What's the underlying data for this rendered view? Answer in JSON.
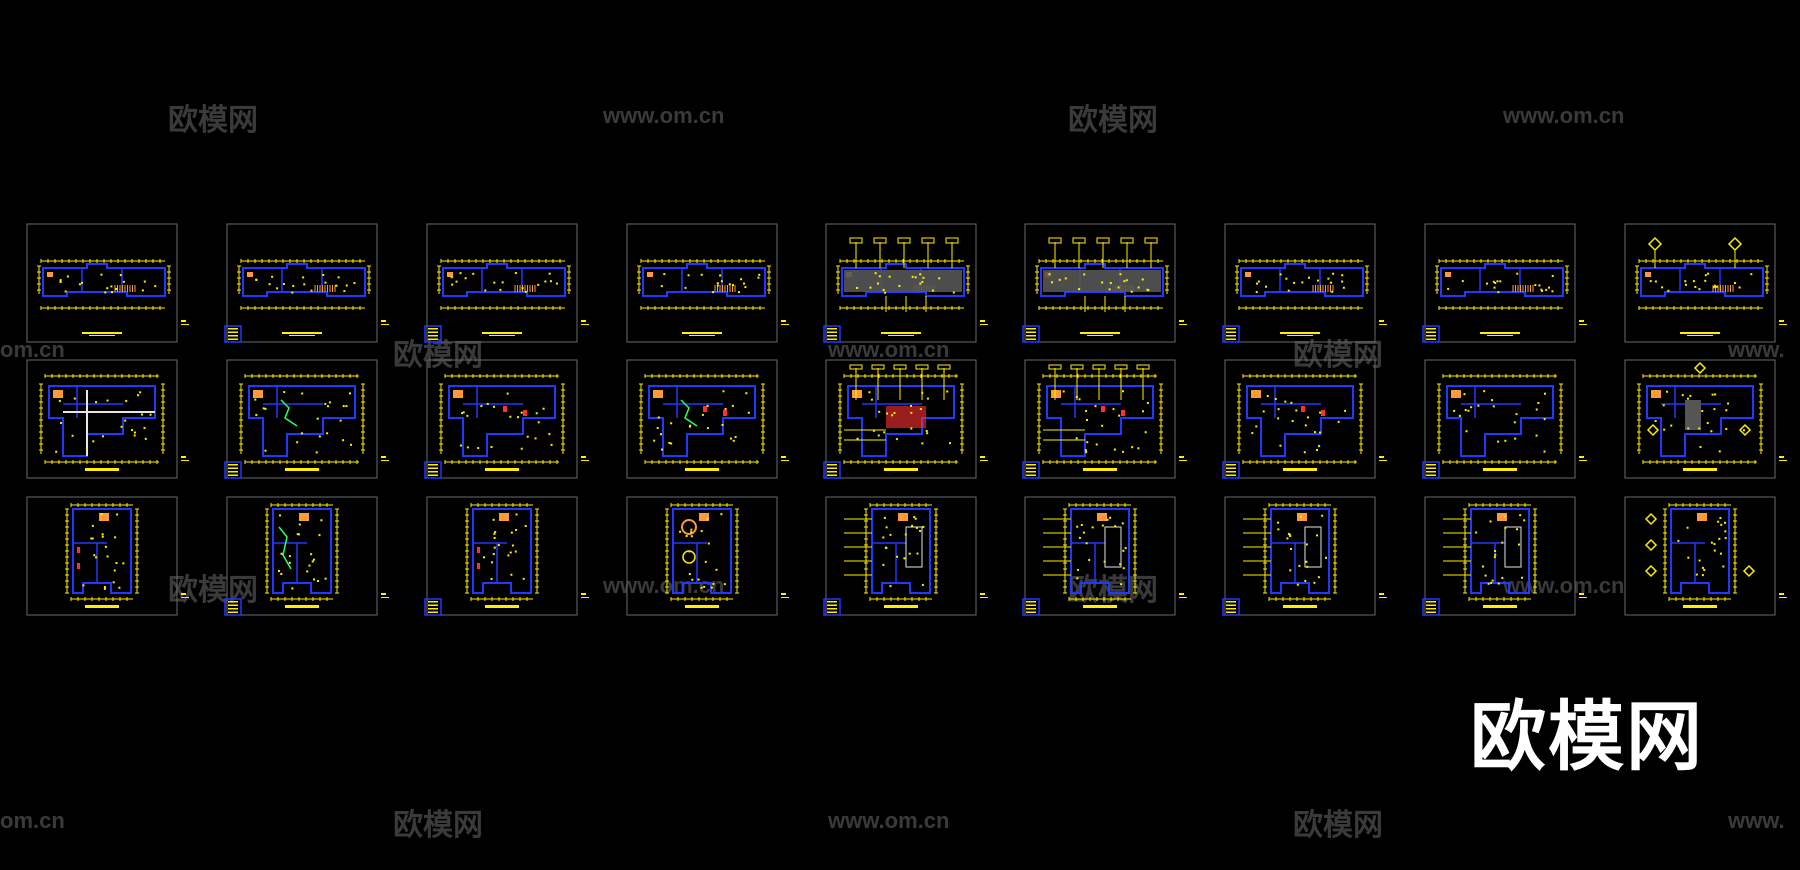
{
  "watermarks": {
    "brand": "欧模网",
    "url": "www.om.cn",
    "url_cut_left": "om.cn",
    "url_cut_right": "www."
  },
  "logo": "欧模网",
  "colors": {
    "background": "#000000",
    "frame": "#6a6a6a",
    "wall": "#2238ff",
    "dimension": "#ffee00",
    "accent_red": "#ff3030",
    "accent_green": "#30ff60",
    "accent_orange": "#ff9a3a",
    "accent_white": "#e6e6e6",
    "fill_gray": "#555555"
  },
  "sheets": {
    "rows": 3,
    "columns": 9,
    "row_types": [
      "strip",
      "block",
      "tall"
    ],
    "variants": [
      [
        "plain",
        "legend",
        "legend",
        "plain",
        "callouts",
        "callouts",
        "legend",
        "legend",
        "diamonds"
      ],
      [
        "plain",
        "legend",
        "legend",
        "plain",
        "callouts",
        "callouts",
        "legend",
        "legend",
        "diamonds"
      ],
      [
        "plain",
        "legend",
        "legend",
        "plain",
        "callouts",
        "callouts",
        "legend",
        "legend",
        "diamonds"
      ]
    ]
  }
}
